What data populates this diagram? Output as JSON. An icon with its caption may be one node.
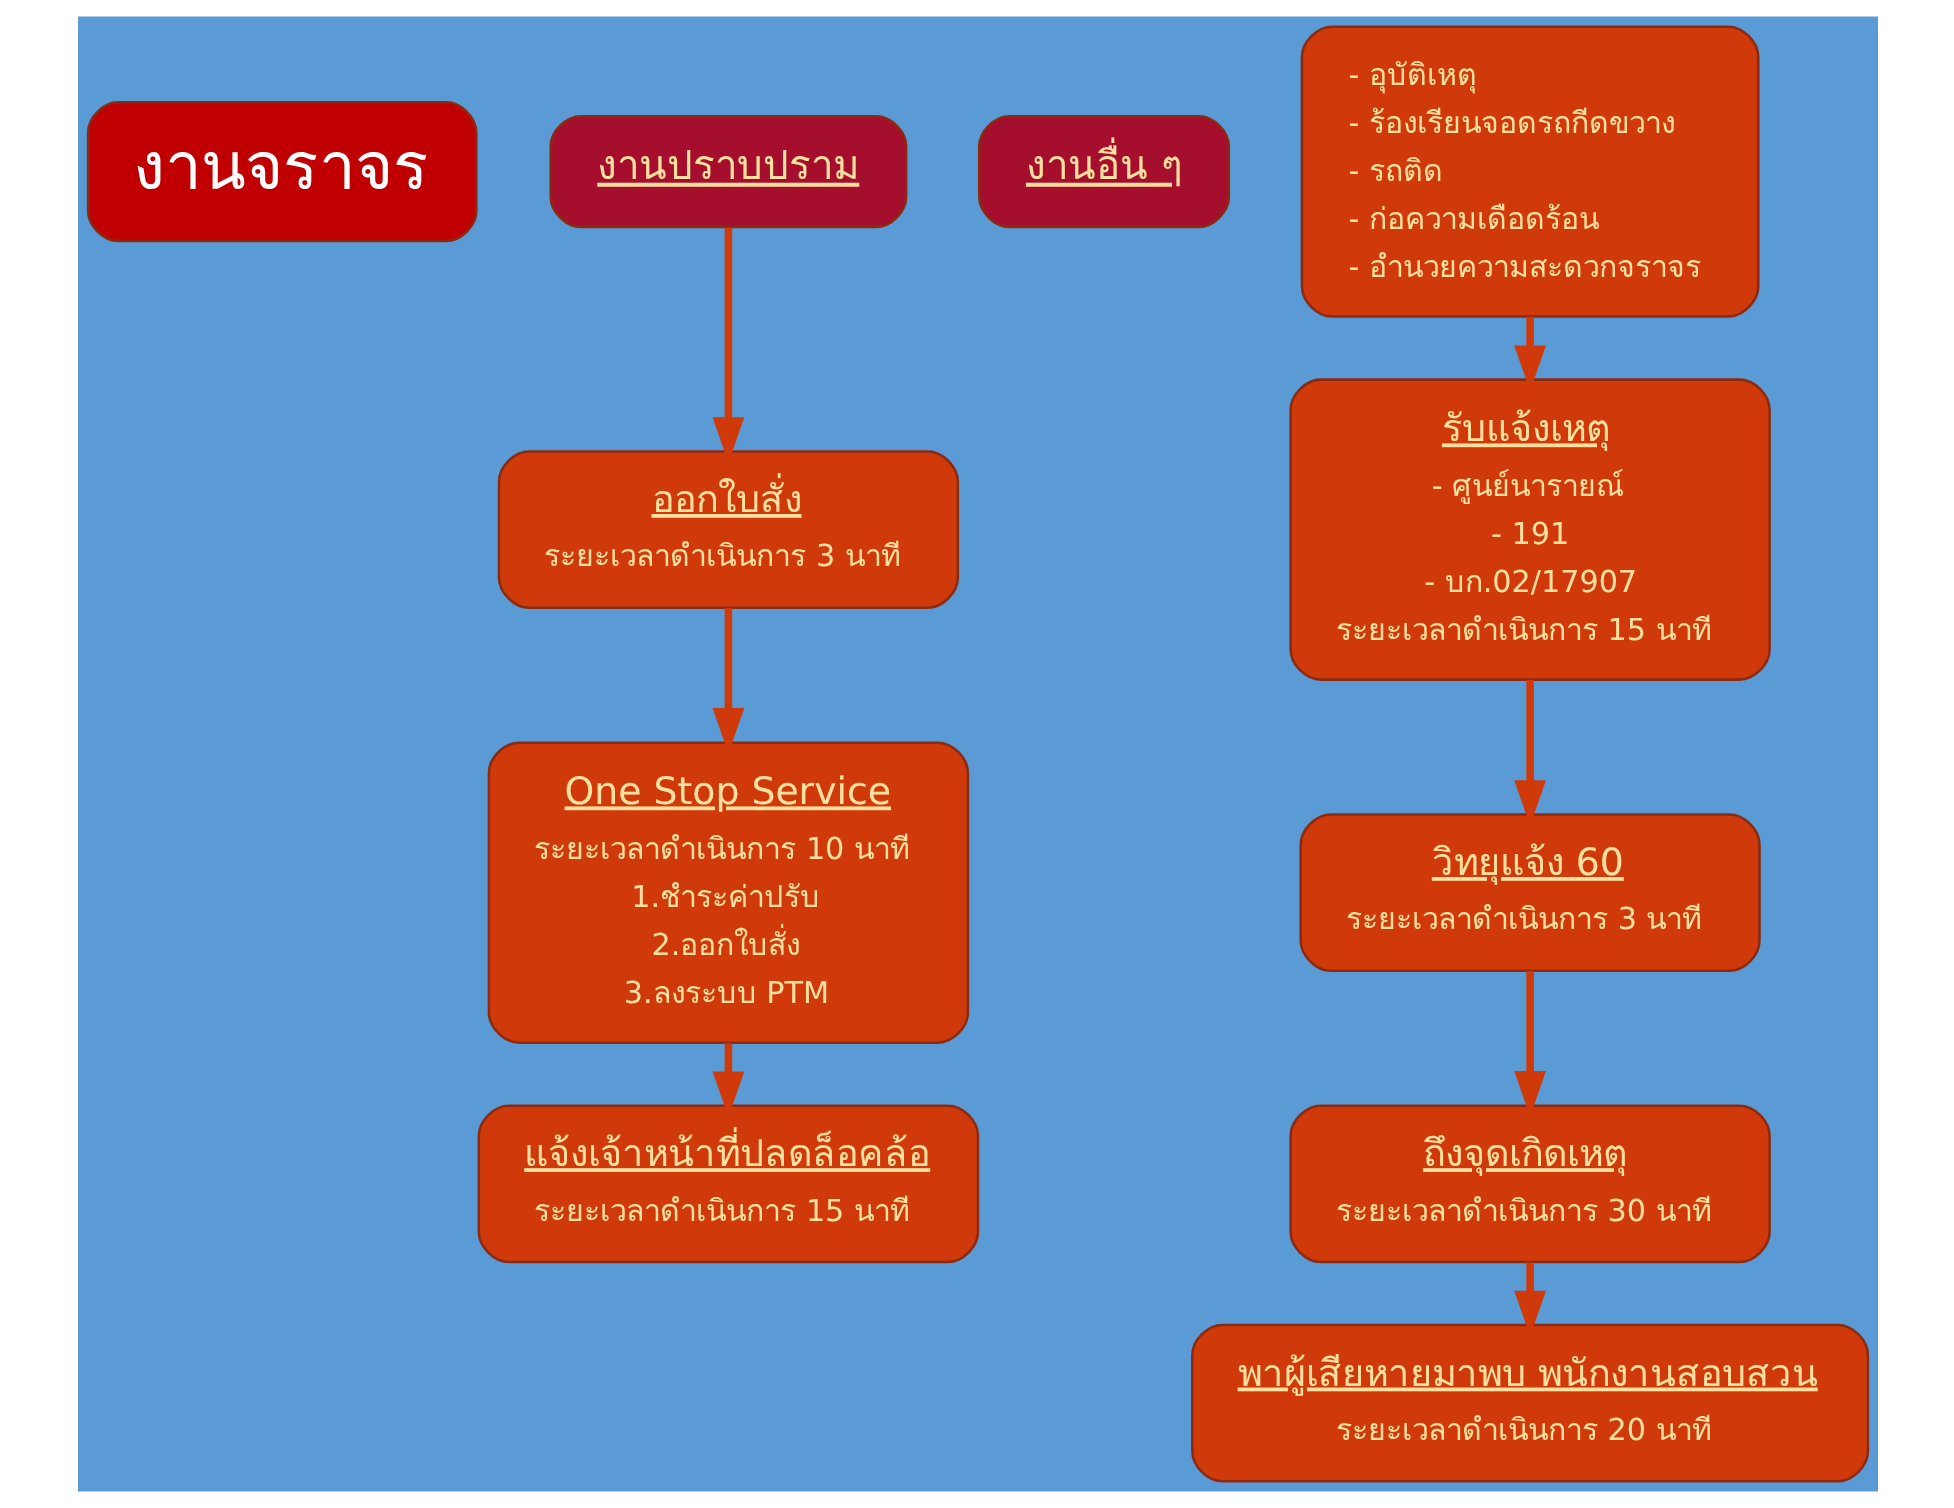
{
  "diagram": {
    "nodes": [
      {
        "text": [
          "งานจราจร"
        ]
      },
      {
        "text": [
          "งานปราบปราม"
        ]
      },
      {
        "text": [
          "ออกใบสั่ง",
          "ระยะเวลาดำเนินการ 3 นาที"
        ]
      },
      {
        "text": [
          "One Stop Service",
          "ระยะเวลาดำเนินการ 10 นาที",
          "1.ชำระค่าปรับ",
          "2.ออกใบสั่ง",
          "3.ลงระบบ PTM"
        ]
      },
      {
        "text": [
          "แจ้งเจ้าหน้าที่ปลดล็อคล้อ",
          "ระยะเวลาดำเนินการ 15 นาที"
        ]
      },
      {
        "text": [
          "งานอื่น ๆ"
        ]
      },
      {
        "text": [
          "- อุบัติเหตุ",
          "- ร้องเรียนจอดรถกีดขวาง",
          "- รถติด",
          "- ก่อความเดือดร้อน",
          "- อำนวยความสะดวกจราจร"
        ]
      },
      {
        "text": [
          "รับแจ้งเหตุ",
          "- ศูนย์นารายณ์",
          "- 191",
          "- บก.02/17907",
          "ระยะเวลาดำเนินการ 15 นาที"
        ]
      },
      {
        "text": [
          "วิทยุแจ้ง 60",
          "ระยะเวลาดำเนินการ 3 นาที"
        ]
      },
      {
        "text": [
          "ถึงจุดเกิดเหตุ",
          "ระยะเวลาดำเนินการ 30 นาที"
        ]
      },
      {
        "text": [
          "พาผู้เสียหายมาพบ พนักงานสอบสวน",
          "ระยะเวลาดำเนินการ 20 นาที"
        ]
      }
    ],
    "edges": [
      {
        "from": 1,
        "to": 2,
        "arrow": "to"
      },
      {
        "from": 2,
        "to": 3,
        "arrow": "to"
      },
      {
        "from": 3,
        "to": 4,
        "arrow": "to"
      },
      {
        "from": 6,
        "to": 7,
        "arrow": "to"
      },
      {
        "from": 7,
        "to": 8,
        "arrow": "to"
      },
      {
        "from": 8,
        "to": 9,
        "arrow": "to"
      },
      {
        "from": 9,
        "to": 10,
        "arrow": "to"
      }
    ]
  }
}
